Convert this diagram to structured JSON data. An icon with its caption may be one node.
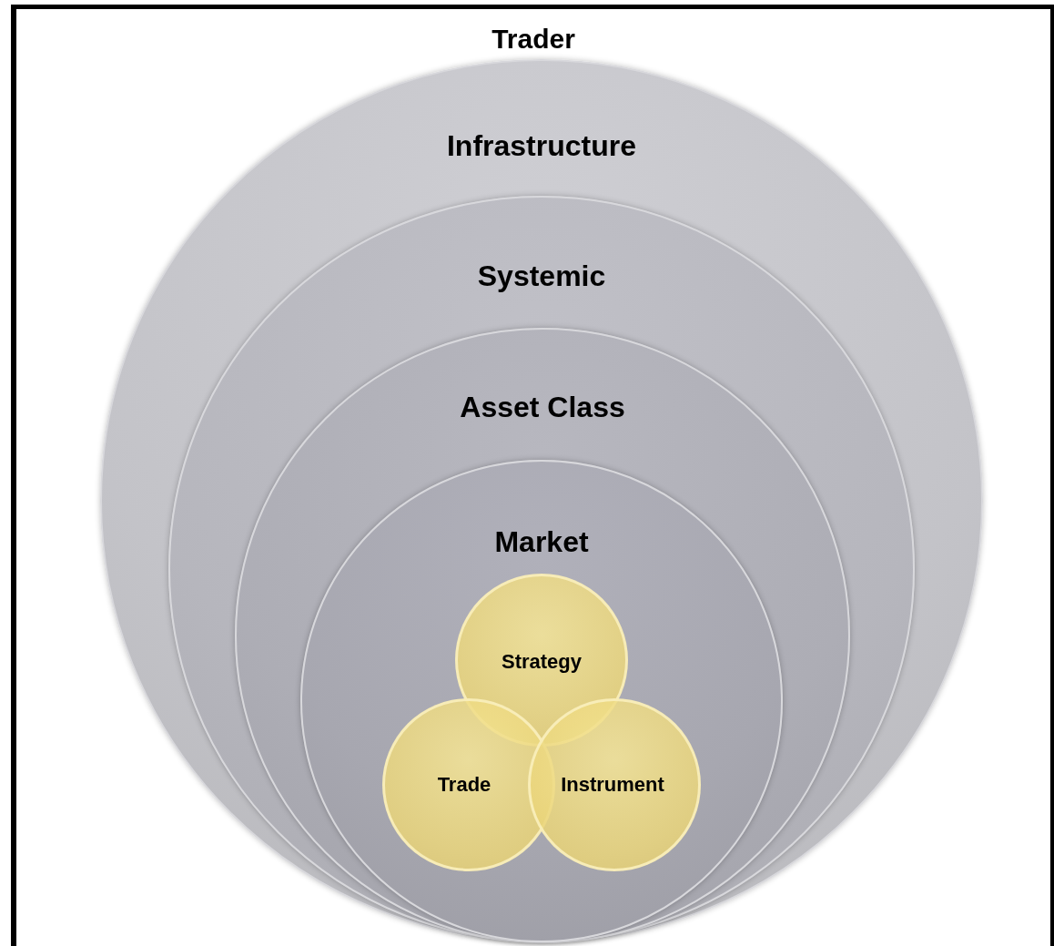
{
  "diagram": {
    "nodes": [
      {
        "text": [
          "Trader"
        ]
      },
      {
        "text": [
          "Infrastructure"
        ],
        "in": 0
      },
      {
        "text": [
          "Systemic"
        ],
        "in": 1
      },
      {
        "text": [
          "Asset Class"
        ],
        "in": 2
      },
      {
        "text": [
          "Market"
        ],
        "in": 3
      },
      {
        "text": [
          "Strategy"
        ],
        "in": 4
      },
      {
        "text": [
          "Trade"
        ],
        "in": 4
      },
      {
        "text": [
          "Instrument"
        ],
        "in": 4
      }
    ]
  }
}
